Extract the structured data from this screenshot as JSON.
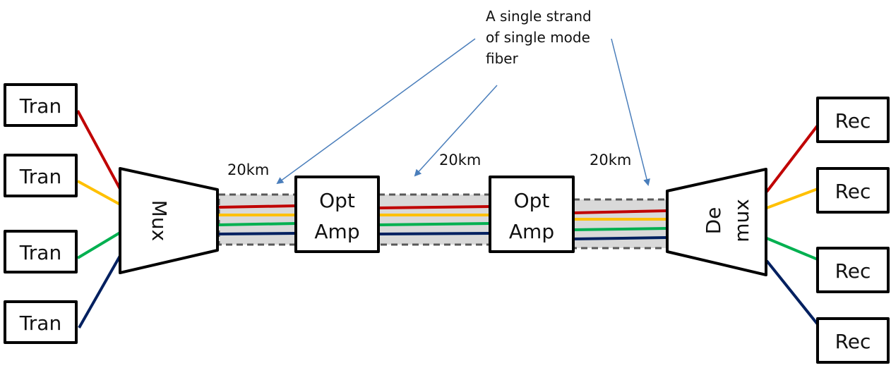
{
  "colors": {
    "channel_1": "#c00000",
    "channel_2": "#ffc000",
    "channel_3": "#00b050",
    "channel_4": "#002060",
    "fiber_fill": "#d9d9d9",
    "fiber_border": "#595959",
    "arrow": "#4a7ebb",
    "stroke": "#000000"
  },
  "transmitters": [
    {
      "label": "Tran"
    },
    {
      "label": "Tran"
    },
    {
      "label": "Tran"
    },
    {
      "label": "Tran"
    }
  ],
  "receivers": [
    {
      "label": "Rec"
    },
    {
      "label": "Rec"
    },
    {
      "label": "Rec"
    },
    {
      "label": "Rec"
    }
  ],
  "mux": {
    "label": "Mux"
  },
  "demux": {
    "label_line1": "De",
    "label_line2": "mux"
  },
  "amplifiers": [
    {
      "line1": "Opt",
      "line2": "Amp"
    },
    {
      "line1": "Opt",
      "line2": "Amp"
    }
  ],
  "fiber_segments": [
    {
      "distance": "20km"
    },
    {
      "distance": "20km"
    },
    {
      "distance": "20km"
    }
  ],
  "annotation": {
    "lines": [
      "A single strand",
      "of single mode",
      "fiber"
    ]
  }
}
